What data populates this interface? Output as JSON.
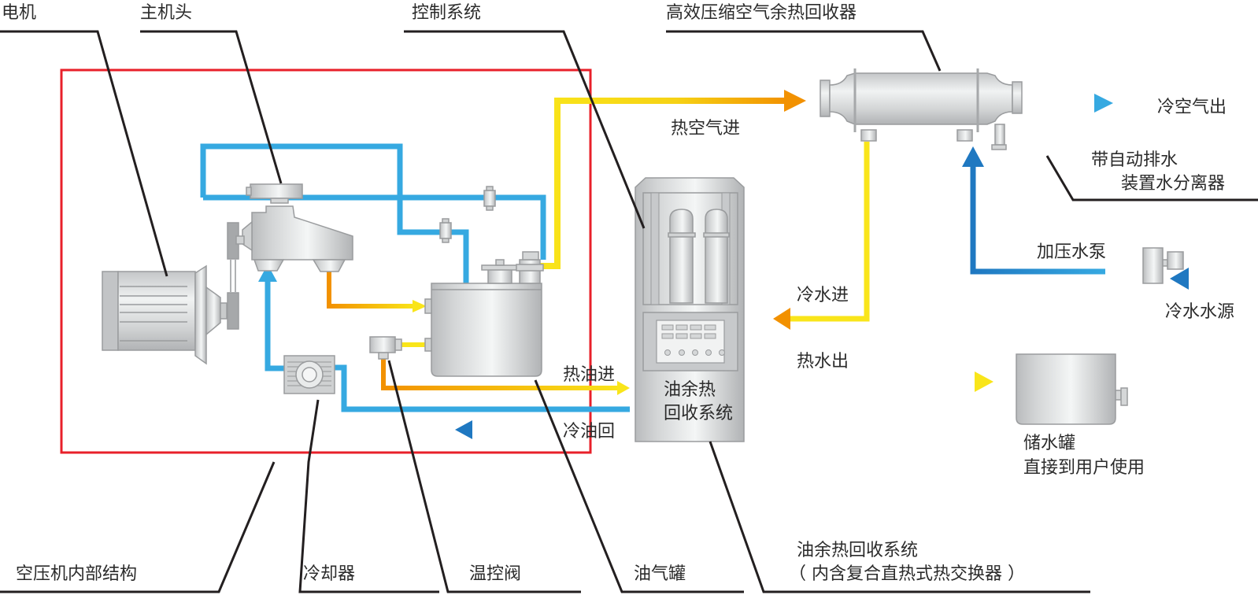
{
  "title": "空压机余热回收系统示意图",
  "colors": {
    "boundary": "#e8202a",
    "cold_pipe": "#36a9e1",
    "cold_arrow": "#1f78c1",
    "hot_start": "#f29100",
    "hot_end": "#f9e51a",
    "leader": "#231f20",
    "text": "#2b2b2b"
  },
  "components": {
    "motor": "电机",
    "main_head": "主机头",
    "control_system": "控制系统",
    "air_recovery": "高效压缩空气余热回收器",
    "water_separator_line1": "带自动排水",
    "water_separator_line2": "装置水分离器",
    "pressure_pump": "加压水泵",
    "cold_water_source": "冷水水源",
    "storage_tank_line1": "储水罐",
    "storage_tank_line2": "直接到用户使用",
    "oil_recovery_label_line1": "油余热",
    "oil_recovery_label_line2": "回收系统",
    "compressor_internal": "空压机内部结构",
    "cooler": "冷却器",
    "thermo_valve": "温控阀",
    "oil_gas_tank": "油气罐",
    "oil_recovery_bottom_line1": "油余热回收系统",
    "oil_recovery_bottom_line2": "（ 内含复合直热式热交换器 ）"
  },
  "flows": {
    "hot_air_in": "热空气进",
    "cold_air_out": "冷空气出",
    "cold_water_in": "冷水进",
    "hot_water_out": "热水出",
    "hot_oil_in": "热油进",
    "cold_oil_return": "冷油回"
  }
}
